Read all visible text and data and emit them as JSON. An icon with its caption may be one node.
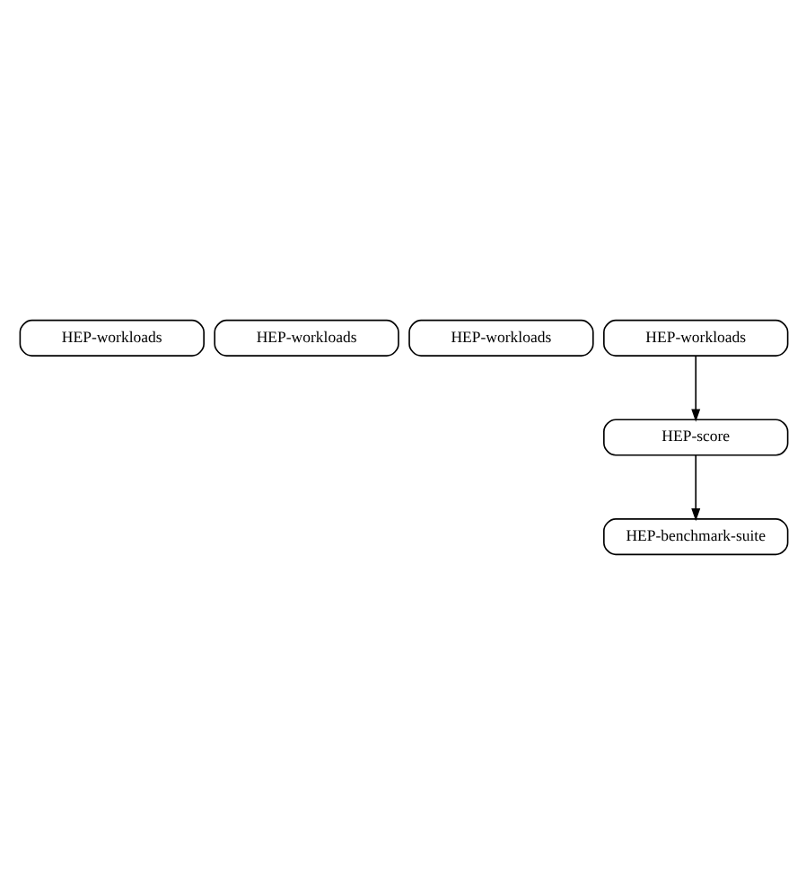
{
  "diagram": {
    "nodes": [
      {
        "text": [
          "HEP-workloads"
        ]
      },
      {
        "text": [
          "HEP-workloads"
        ]
      },
      {
        "text": [
          "HEP-workloads"
        ]
      },
      {
        "text": [
          "HEP-workloads"
        ]
      },
      {
        "text": [
          "HEP-score"
        ]
      },
      {
        "text": [
          "HEP-benchmark-suite"
        ]
      }
    ],
    "edges": [
      {
        "from": 3,
        "to": 4,
        "arrow": "to"
      },
      {
        "from": 4,
        "to": 5,
        "arrow": "to"
      }
    ]
  }
}
